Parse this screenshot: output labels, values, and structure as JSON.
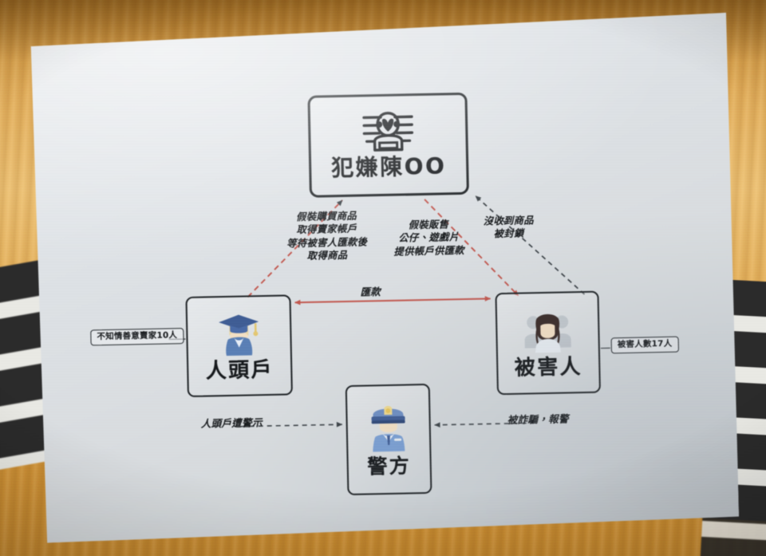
{
  "photo": {
    "subject": "printed fraud-flow diagram on white paper",
    "background_color": "#d79a3c",
    "paper_color": "#dfe3e7"
  },
  "diagram": {
    "nodes": {
      "suspect": {
        "label": "犯嫌陳OO",
        "icon": "mugshot-icon"
      },
      "mule": {
        "label": "人頭戶",
        "icon": "graduate-avatar-icon"
      },
      "victim": {
        "label": "被害人",
        "icon": "woman-avatar-icon"
      },
      "police": {
        "label": "警方",
        "icon": "police-officer-avatar-icon"
      }
    },
    "tags": {
      "mule_count": "不知情善意賣家10人",
      "victim_count": "被害人數17人"
    },
    "edge_labels": {
      "suspect_to_mule": "假裝購買商品\n取得賣家帳戶\n等待被害人匯款後\n取得商品",
      "suspect_to_victim": "假裝販售\n公仔、遊戲片\n提供帳戶供匯款",
      "victim_to_suspect": "沒收到商品\n被封鎖",
      "victim_to_mule": "匯款",
      "mule_to_police": "人頭戶遭警示",
      "victim_to_police": "被詐騙，報警"
    },
    "colors": {
      "line_dark": "#3c4247",
      "line_red": "#c2584f",
      "node_border": "#1f2326",
      "text": "#15181b"
    }
  }
}
